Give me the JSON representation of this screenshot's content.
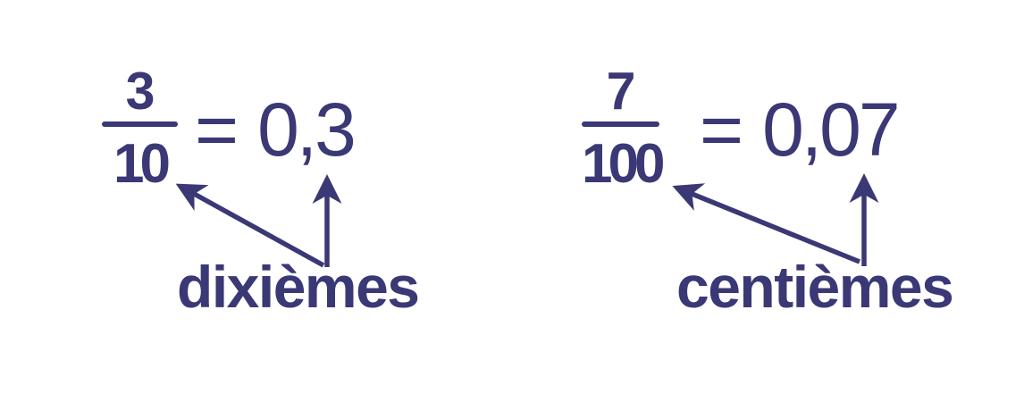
{
  "theme": {
    "background": "#ffffff",
    "ink": "#3A3875"
  },
  "examples": [
    {
      "id": "tenths",
      "fraction": {
        "numerator": "3",
        "denominator": "10"
      },
      "equals_sign": "=",
      "decimal_value": "0,3",
      "place_value_label": "dixièmes"
    },
    {
      "id": "hundredths",
      "fraction": {
        "numerator": "7",
        "denominator": "100"
      },
      "equals_sign": "=",
      "decimal_value": "0,07",
      "place_value_label": "centièmes"
    }
  ]
}
